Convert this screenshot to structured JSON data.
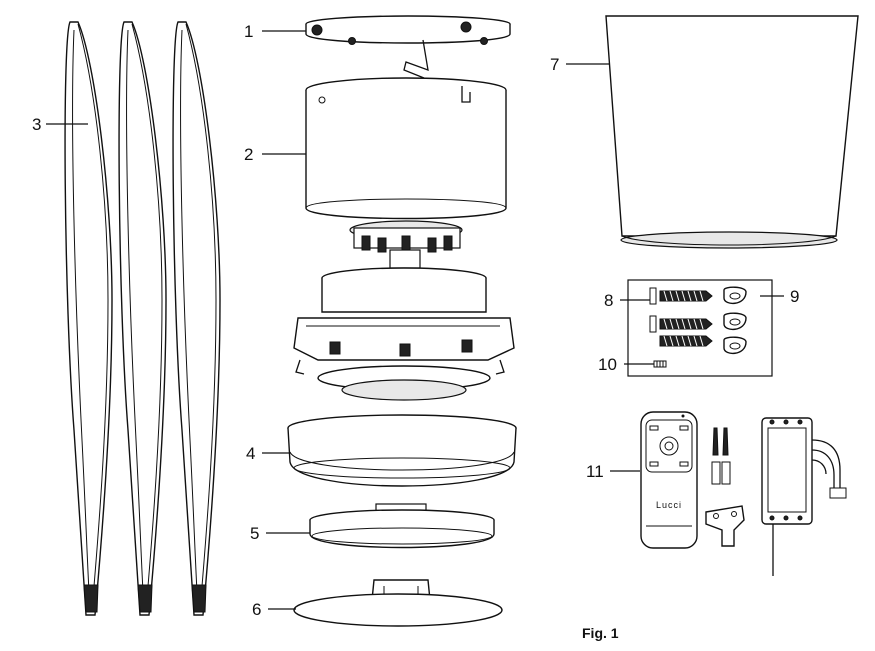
{
  "labels": {
    "p1": "1",
    "p2": "2",
    "p3": "3",
    "p4": "4",
    "p5": "5",
    "p6": "6",
    "p7": "7",
    "p8": "8",
    "p9": "9",
    "p10": "10",
    "p11": "11"
  },
  "remote_brand": "Lucci",
  "caption": "Fig. 1"
}
